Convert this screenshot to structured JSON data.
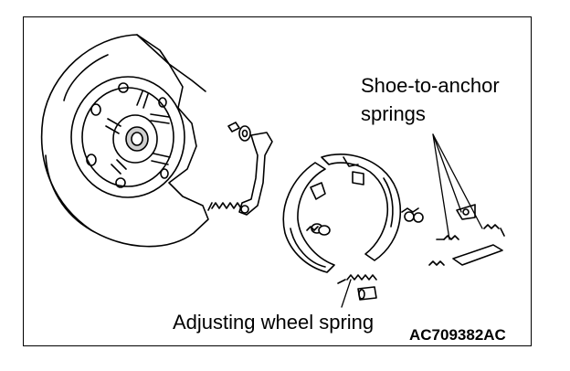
{
  "labels": {
    "shoe_to_anchor_line1": "Shoe-to-anchor",
    "shoe_to_anchor_line2": "springs",
    "adjusting_wheel_spring": "Adjusting wheel spring",
    "figure_code": "AC709382AC"
  }
}
